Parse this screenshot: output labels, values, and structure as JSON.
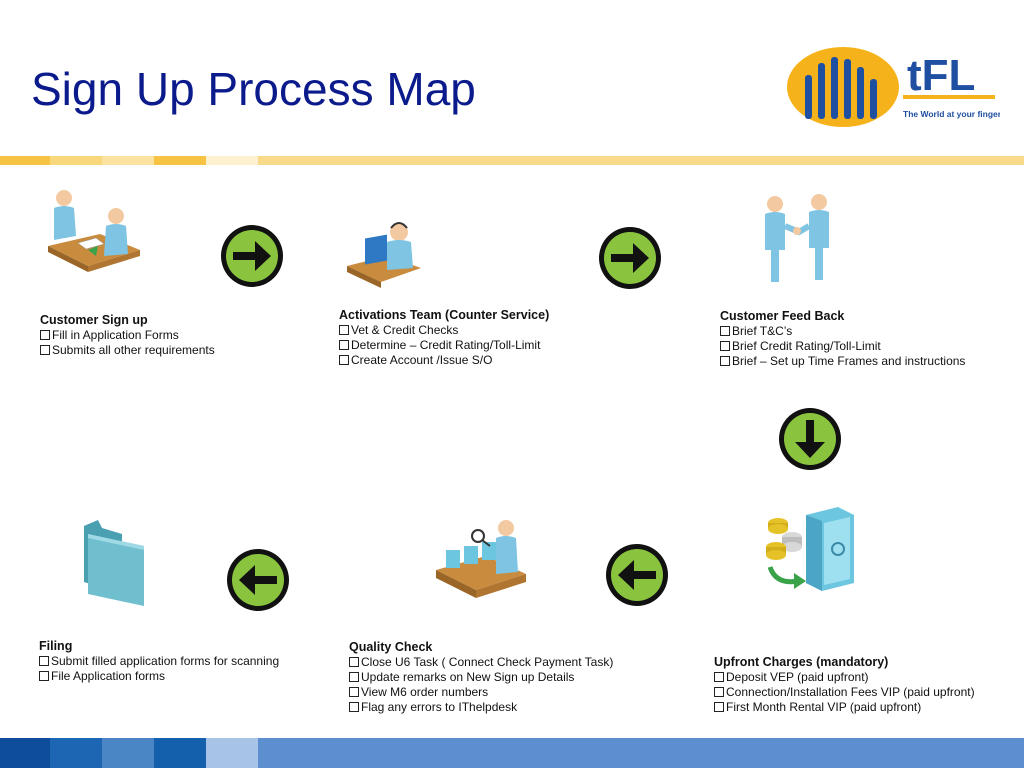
{
  "title": "Sign Up Process Map",
  "logo": {
    "text": "tFL",
    "tagline": "The World at your fingertips"
  },
  "colors": {
    "title": "#0b1b8c",
    "arrow_fill": "#8ac43f",
    "arrow_ring": "#111111",
    "stripe_yellow": "#f6c343",
    "stripe_blue": "#1f5fa8"
  },
  "steps": [
    {
      "heading": "Customer Sign up",
      "items": [
        "Fill in Application Forms",
        "Submits all other requirements"
      ],
      "icon": "meeting-desk-icon"
    },
    {
      "heading": "Activations Team (Counter Service)",
      "items": [
        "Vet & Credit Checks",
        "Determine – Credit Rating/Toll-Limit",
        "Create Account /Issue S/O"
      ],
      "icon": "call-center-agent-icon"
    },
    {
      "heading": "Customer Feed Back",
      "items": [
        "Brief T&C’s",
        "Brief Credit Rating/Toll-Limit",
        "Brief – Set up Time Frames and instructions"
      ],
      "icon": "handshake-icon"
    },
    {
      "heading": "Upfront Charges (mandatory)",
      "items": [
        "Deposit VEP (paid upfront)",
        "Connection/Installation Fees VIP (paid upfront)",
        "First Month Rental VIP (paid upfront)"
      ],
      "icon": "coins-safe-icon"
    },
    {
      "heading": "Quality Check",
      "items": [
        "Close U6 Task ( Connect Check Payment Task)",
        "Update remarks on New Sign up Details",
        "View M6 order numbers",
        "Flag any errors to IThelpdesk"
      ],
      "icon": "inspection-conveyor-icon"
    },
    {
      "heading": "Filing",
      "items": [
        "Submit filled application forms for scanning",
        "File Application forms"
      ],
      "icon": "folder-icon"
    }
  ],
  "arrows": [
    "right",
    "right",
    "down",
    "left",
    "left"
  ]
}
